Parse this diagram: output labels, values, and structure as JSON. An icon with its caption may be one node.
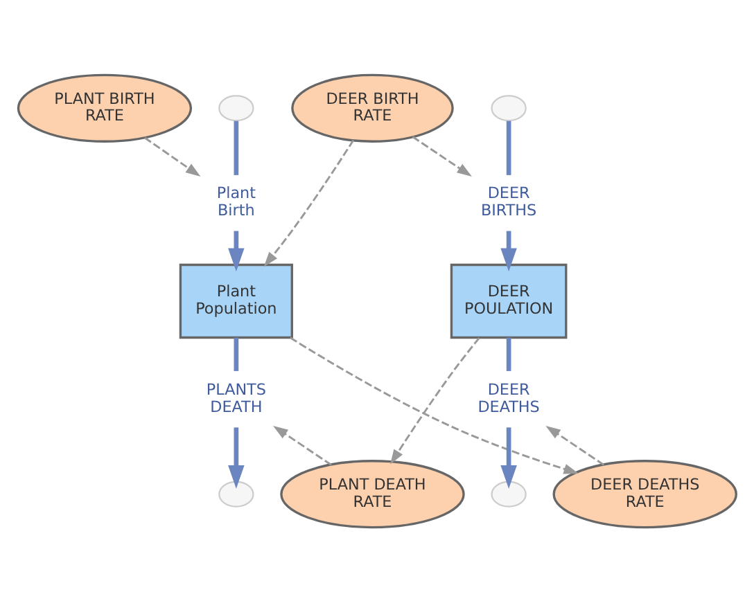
{
  "diagram": {
    "nodes": [
      {
        "text": [
          "PLANT BIRTH RATE"
        ]
      },
      {
        "text": [],
        "shape": "cloud"
      },
      {
        "text": [
          "DEER BIRTH RATE"
        ]
      },
      {
        "text": [],
        "shape": "cloud"
      },
      {
        "text": [
          "Plant Birth"
        ]
      },
      {
        "text": [
          "DEER BIRTHS"
        ]
      },
      {
        "text": [
          "Plant Population"
        ]
      },
      {
        "text": [
          "DEER POULATION"
        ]
      },
      {
        "text": [
          "PLANTS DEATH"
        ]
      },
      {
        "text": [
          "DEER DEATHS"
        ]
      },
      {
        "text": [
          "PLANT DEATH RATE"
        ]
      },
      {
        "text": [],
        "shape": "cloud"
      },
      {
        "text": [],
        "shape": "cloud"
      },
      {
        "text": [
          "DEER DEATHS RATE"
        ]
      }
    ],
    "edges": [
      {
        "from": 1,
        "to": 4,
        "arrow": "none"
      },
      {
        "from": 4,
        "to": 6,
        "arrow": "to"
      },
      {
        "from": 3,
        "to": 5,
        "arrow": "none"
      },
      {
        "from": 5,
        "to": 7,
        "arrow": "to"
      },
      {
        "from": 6,
        "to": 8,
        "arrow": "none"
      },
      {
        "from": 8,
        "to": 11,
        "arrow": "to"
      },
      {
        "from": 7,
        "to": 9,
        "arrow": "none"
      },
      {
        "from": 9,
        "to": 12,
        "arrow": "to"
      },
      {
        "from": 0,
        "to": 4,
        "arrow": "to",
        "style": "dashed",
        "color": "#999999"
      },
      {
        "from": 2,
        "to": 6,
        "arrow": "to",
        "style": "dashed",
        "color": "#999999"
      },
      {
        "from": 2,
        "to": 5,
        "arrow": "to",
        "style": "dashed",
        "color": "#999999"
      },
      {
        "from": 6,
        "to": 13,
        "arrow": "to",
        "style": "dashed",
        "color": "#999999"
      },
      {
        "from": 7,
        "to": 10,
        "arrow": "to",
        "style": "dashed",
        "color": "#999999"
      },
      {
        "from": 10,
        "to": 8,
        "arrow": "to",
        "style": "dashed",
        "color": "#999999"
      },
      {
        "from": 13,
        "to": 9,
        "arrow": "to",
        "style": "dashed",
        "color": "#999999"
      }
    ]
  }
}
